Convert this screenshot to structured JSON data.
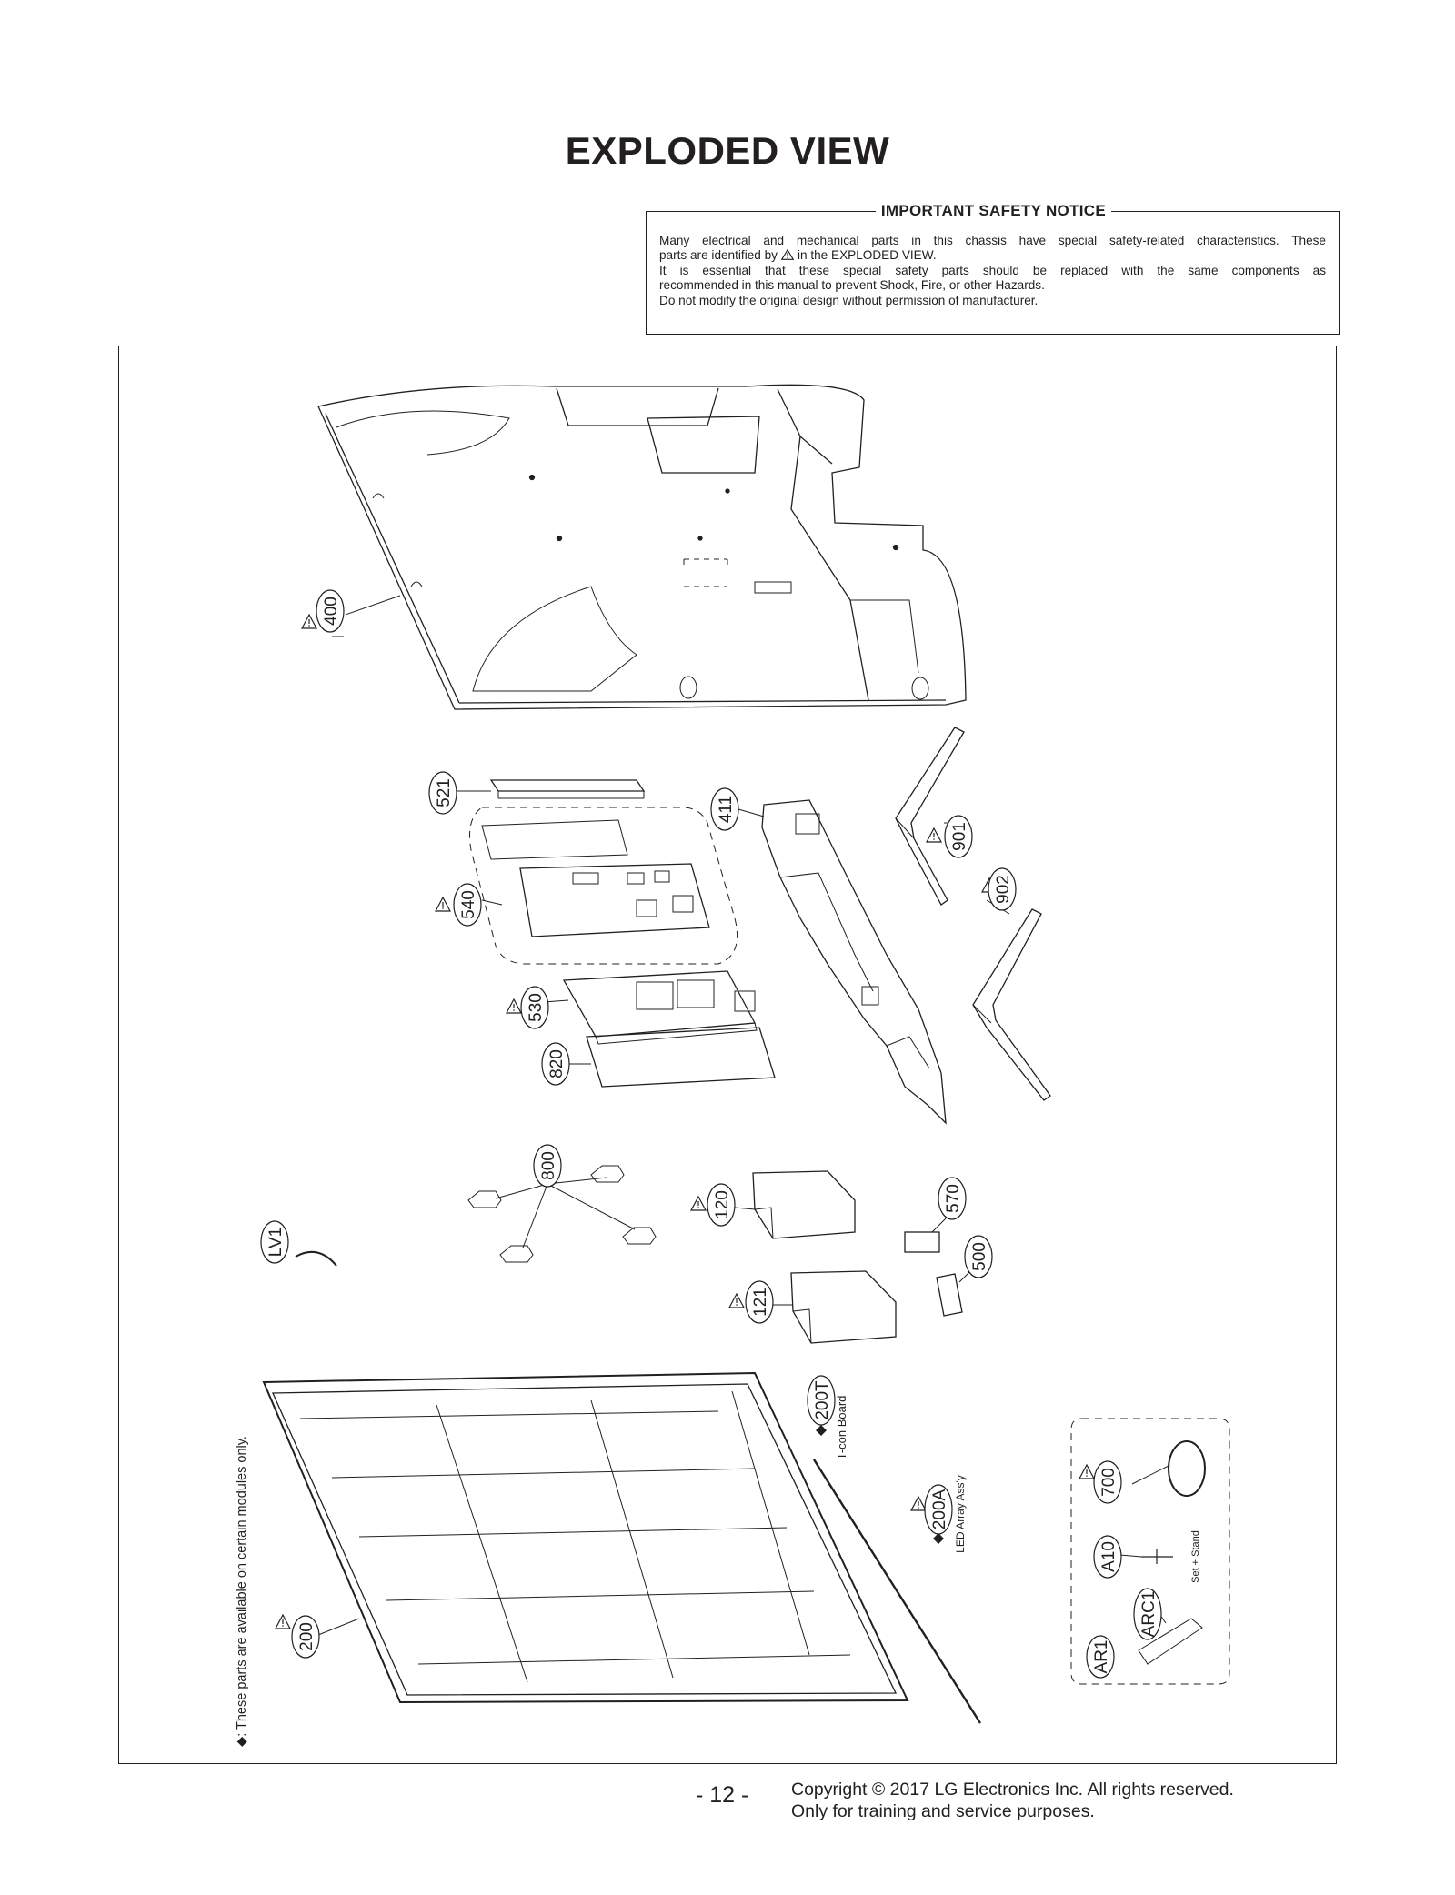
{
  "page": {
    "title": "EXPLODED VIEW",
    "page_number": "- 12 -"
  },
  "notice": {
    "title": "IMPORTANT SAFETY NOTICE",
    "line1": "Many electrical and mechanical parts in this chassis have special safety-related characteristics. These",
    "line2_before": "parts are identified by",
    "line2_after": "in the EXPLODED VIEW.",
    "line3": "It is essential that these special safety parts should be replaced with the same components as",
    "line4": "recommended in this manual to prevent Shock, Fire, or other Hazards.",
    "line5": "Do not modify the original design without permission of manufacturer.",
    "icon": "warning-triangle-icon"
  },
  "diagram": {
    "side_note": "◆: These parts are available on certain modules only.",
    "callouts": {
      "c400": "400",
      "c521": "521",
      "c540": "540",
      "c530": "530",
      "c820": "820",
      "c411": "411",
      "c901": "901",
      "c902": "902",
      "c800": "800",
      "cLV1": "LV1",
      "c120": "120",
      "c121": "121",
      "c570": "570",
      "c500": "500",
      "c200": "200",
      "c200T": "200T",
      "c200A": "200A",
      "c700": "700",
      "cA10": "A10",
      "cARC1": "ARC1",
      "cAR1": "AR1"
    },
    "labels": {
      "tcon": "T-con Board",
      "led": "LED Array Ass'y",
      "set_stand": "Set + Stand"
    }
  },
  "footer": {
    "copyright_line1": "Copyright © 2017 LG Electronics Inc. All rights reserved.",
    "copyright_line2": "Only for training and service purposes."
  }
}
